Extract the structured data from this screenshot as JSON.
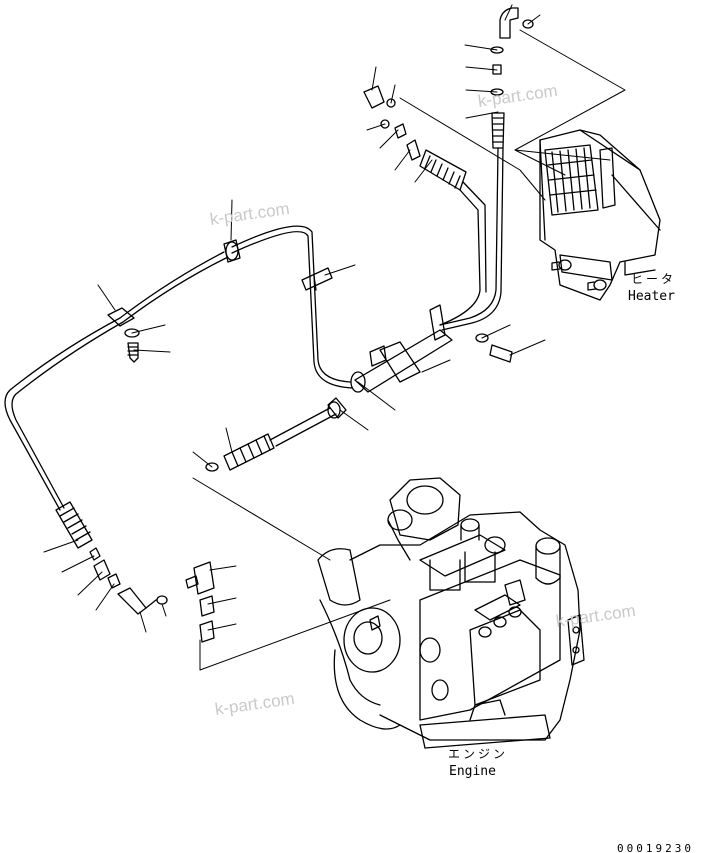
{
  "labels": {
    "heater": {
      "jp": "ヒータ",
      "en": "Heater"
    },
    "engine": {
      "jp": "エンジン",
      "en": "Engine"
    }
  },
  "watermark": "k-part.com",
  "diagram_code": "00019230"
}
